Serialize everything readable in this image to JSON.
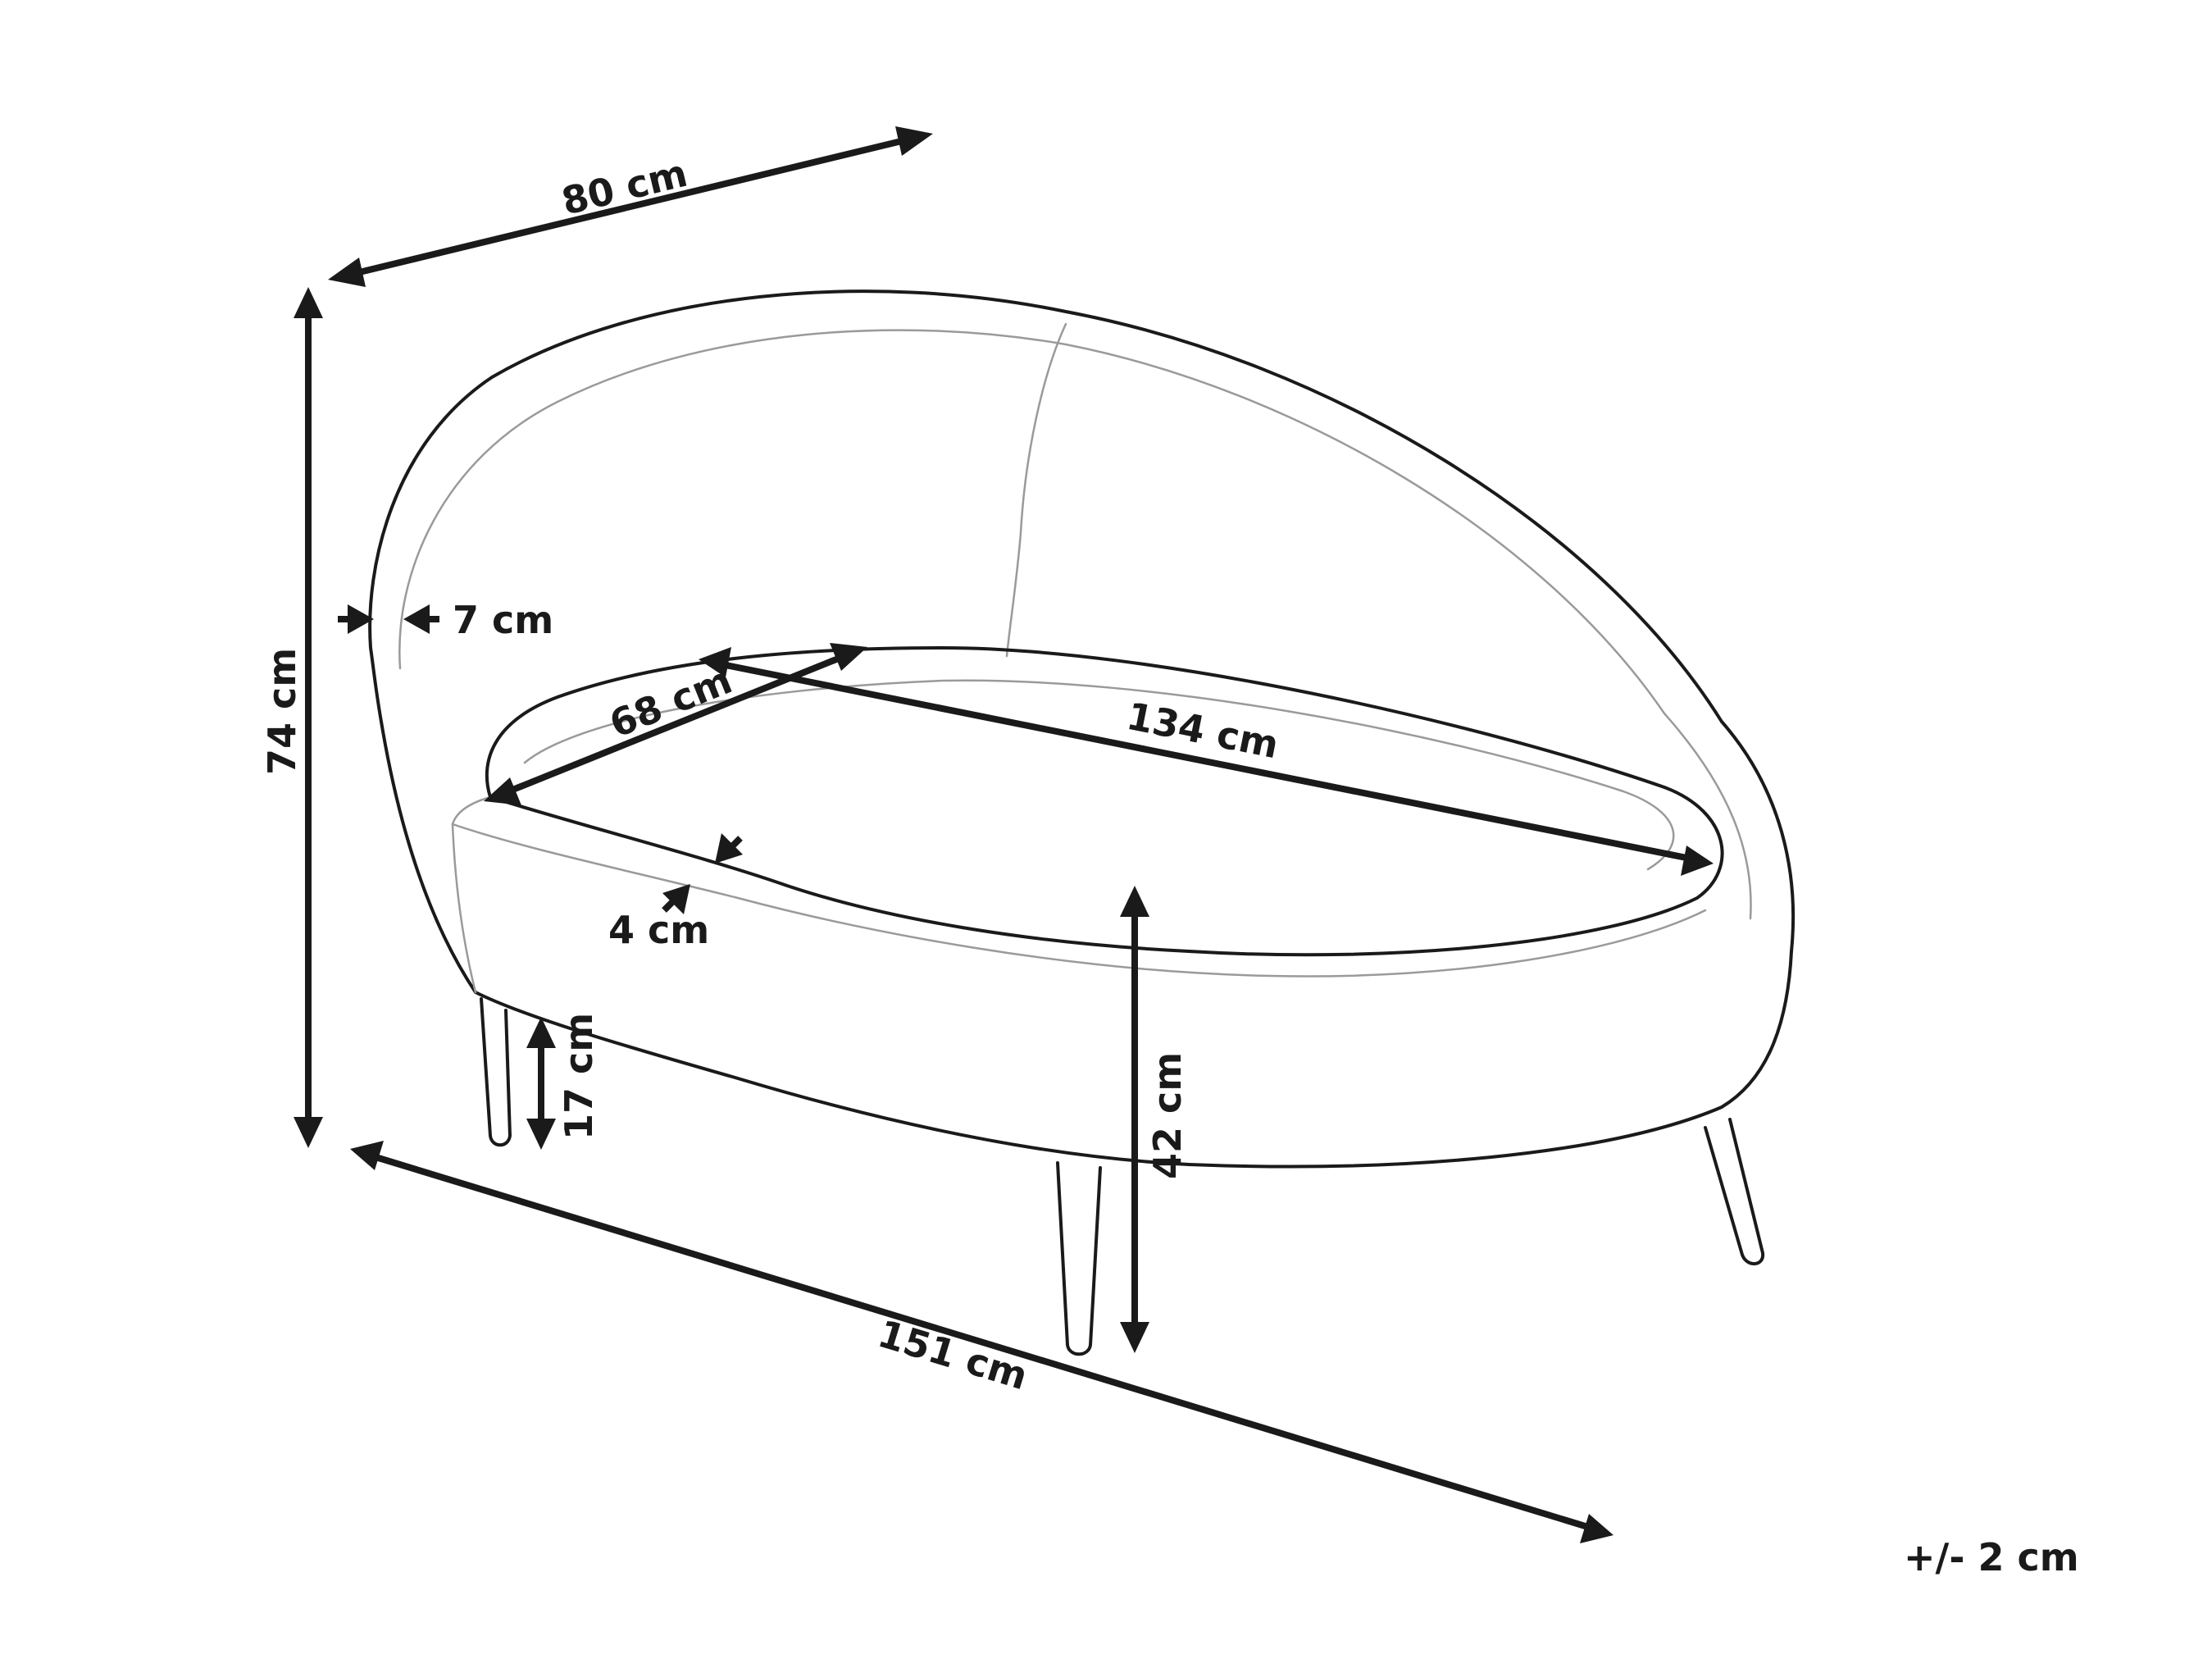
{
  "diagram": {
    "subject": "chaise longue",
    "colors": {
      "ink": "#1a1a1a",
      "seam": "#9a9a9a",
      "background": "#ffffff"
    },
    "dimensions": {
      "depth": "80 cm",
      "height": "74 cm",
      "back_thickness": "7 cm",
      "seat_depth": "68 cm",
      "seat_width": "134 cm",
      "seat_edge": "4 cm",
      "leg_height": "17 cm",
      "seat_height": "42 cm",
      "width": "151 cm"
    },
    "tolerance": "+/- 2 cm"
  }
}
